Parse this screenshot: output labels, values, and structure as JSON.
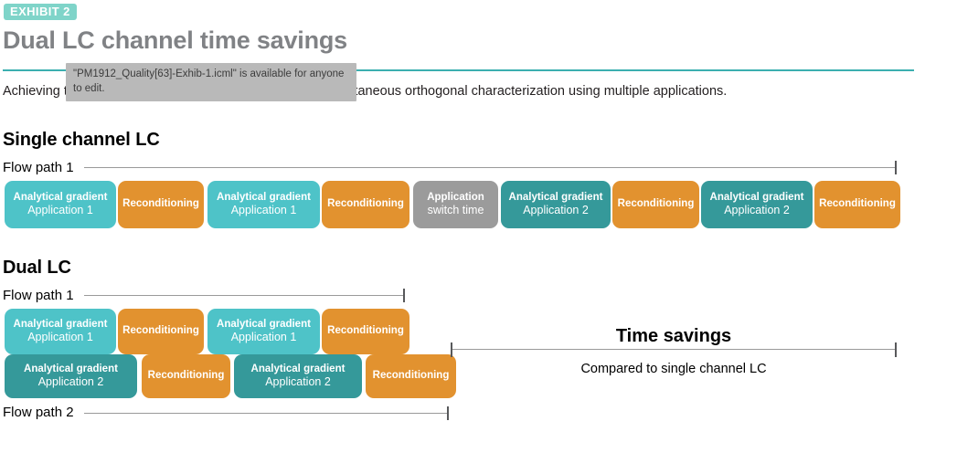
{
  "header": {
    "badge": "EXHIBIT 2",
    "title": "Dual LC channel time savings",
    "subtitle": "Achieving time savings using dual channel UHPLC for simultaneous orthogonal characterization using multiple applications.",
    "tooltip": "\"PM1912_Quality[63]-Exhib-1.icml\" is available for anyone to edit.",
    "accent_color": "#3BAFB0",
    "badge_color": "#7FD4C9",
    "title_color": "#808285"
  },
  "palette": {
    "application_1": "#4EC3C8",
    "application_2": "#35999A",
    "reconditioning": "#E2922F",
    "switch_time": "#9B9B9B"
  },
  "sections": [
    {
      "heading": "Single channel LC",
      "rows": [
        {
          "flow_label": "Flow path 1",
          "blocks": [
            {
              "line1": "Analytical gradient",
              "line2": "Application 1",
              "kind": "app1"
            },
            {
              "line1": "Reconditioning",
              "line2": "",
              "kind": "recon"
            },
            {
              "line1": "Analytical gradient",
              "line2": "Application 1",
              "kind": "app1"
            },
            {
              "line1": "Reconditioning",
              "line2": "",
              "kind": "recon"
            },
            {
              "line1": "Application",
              "line2": "switch time",
              "kind": "switch"
            },
            {
              "line1": "Analytical gradient",
              "line2": "Application 2",
              "kind": "app2"
            },
            {
              "line1": "Reconditioning",
              "line2": "",
              "kind": "recon"
            },
            {
              "line1": "Analytical gradient",
              "line2": "Application 2",
              "kind": "app2"
            },
            {
              "line1": "Reconditioning",
              "line2": "",
              "kind": "recon"
            }
          ]
        }
      ]
    },
    {
      "heading": "Dual LC",
      "rows": [
        {
          "flow_label": "Flow path 1",
          "blocks": [
            {
              "line1": "Analytical gradient",
              "line2": "Application 1",
              "kind": "app1"
            },
            {
              "line1": "Reconditioning",
              "line2": "",
              "kind": "recon"
            },
            {
              "line1": "Analytical gradient",
              "line2": "Application 1",
              "kind": "app1"
            },
            {
              "line1": "Reconditioning",
              "line2": "",
              "kind": "recon"
            }
          ]
        },
        {
          "flow_label": "Flow path 2",
          "blocks": [
            {
              "line1": "Analytical gradient",
              "line2": "Application 2",
              "kind": "app2"
            },
            {
              "line1": "Reconditioning",
              "line2": "",
              "kind": "recon"
            },
            {
              "line1": "Analytical gradient",
              "line2": "Application 2",
              "kind": "app2"
            },
            {
              "line1": "Reconditioning",
              "line2": "",
              "kind": "recon"
            }
          ]
        }
      ]
    }
  ],
  "time_savings": {
    "title": "Time savings",
    "subtitle": "Compared to single channel LC"
  }
}
